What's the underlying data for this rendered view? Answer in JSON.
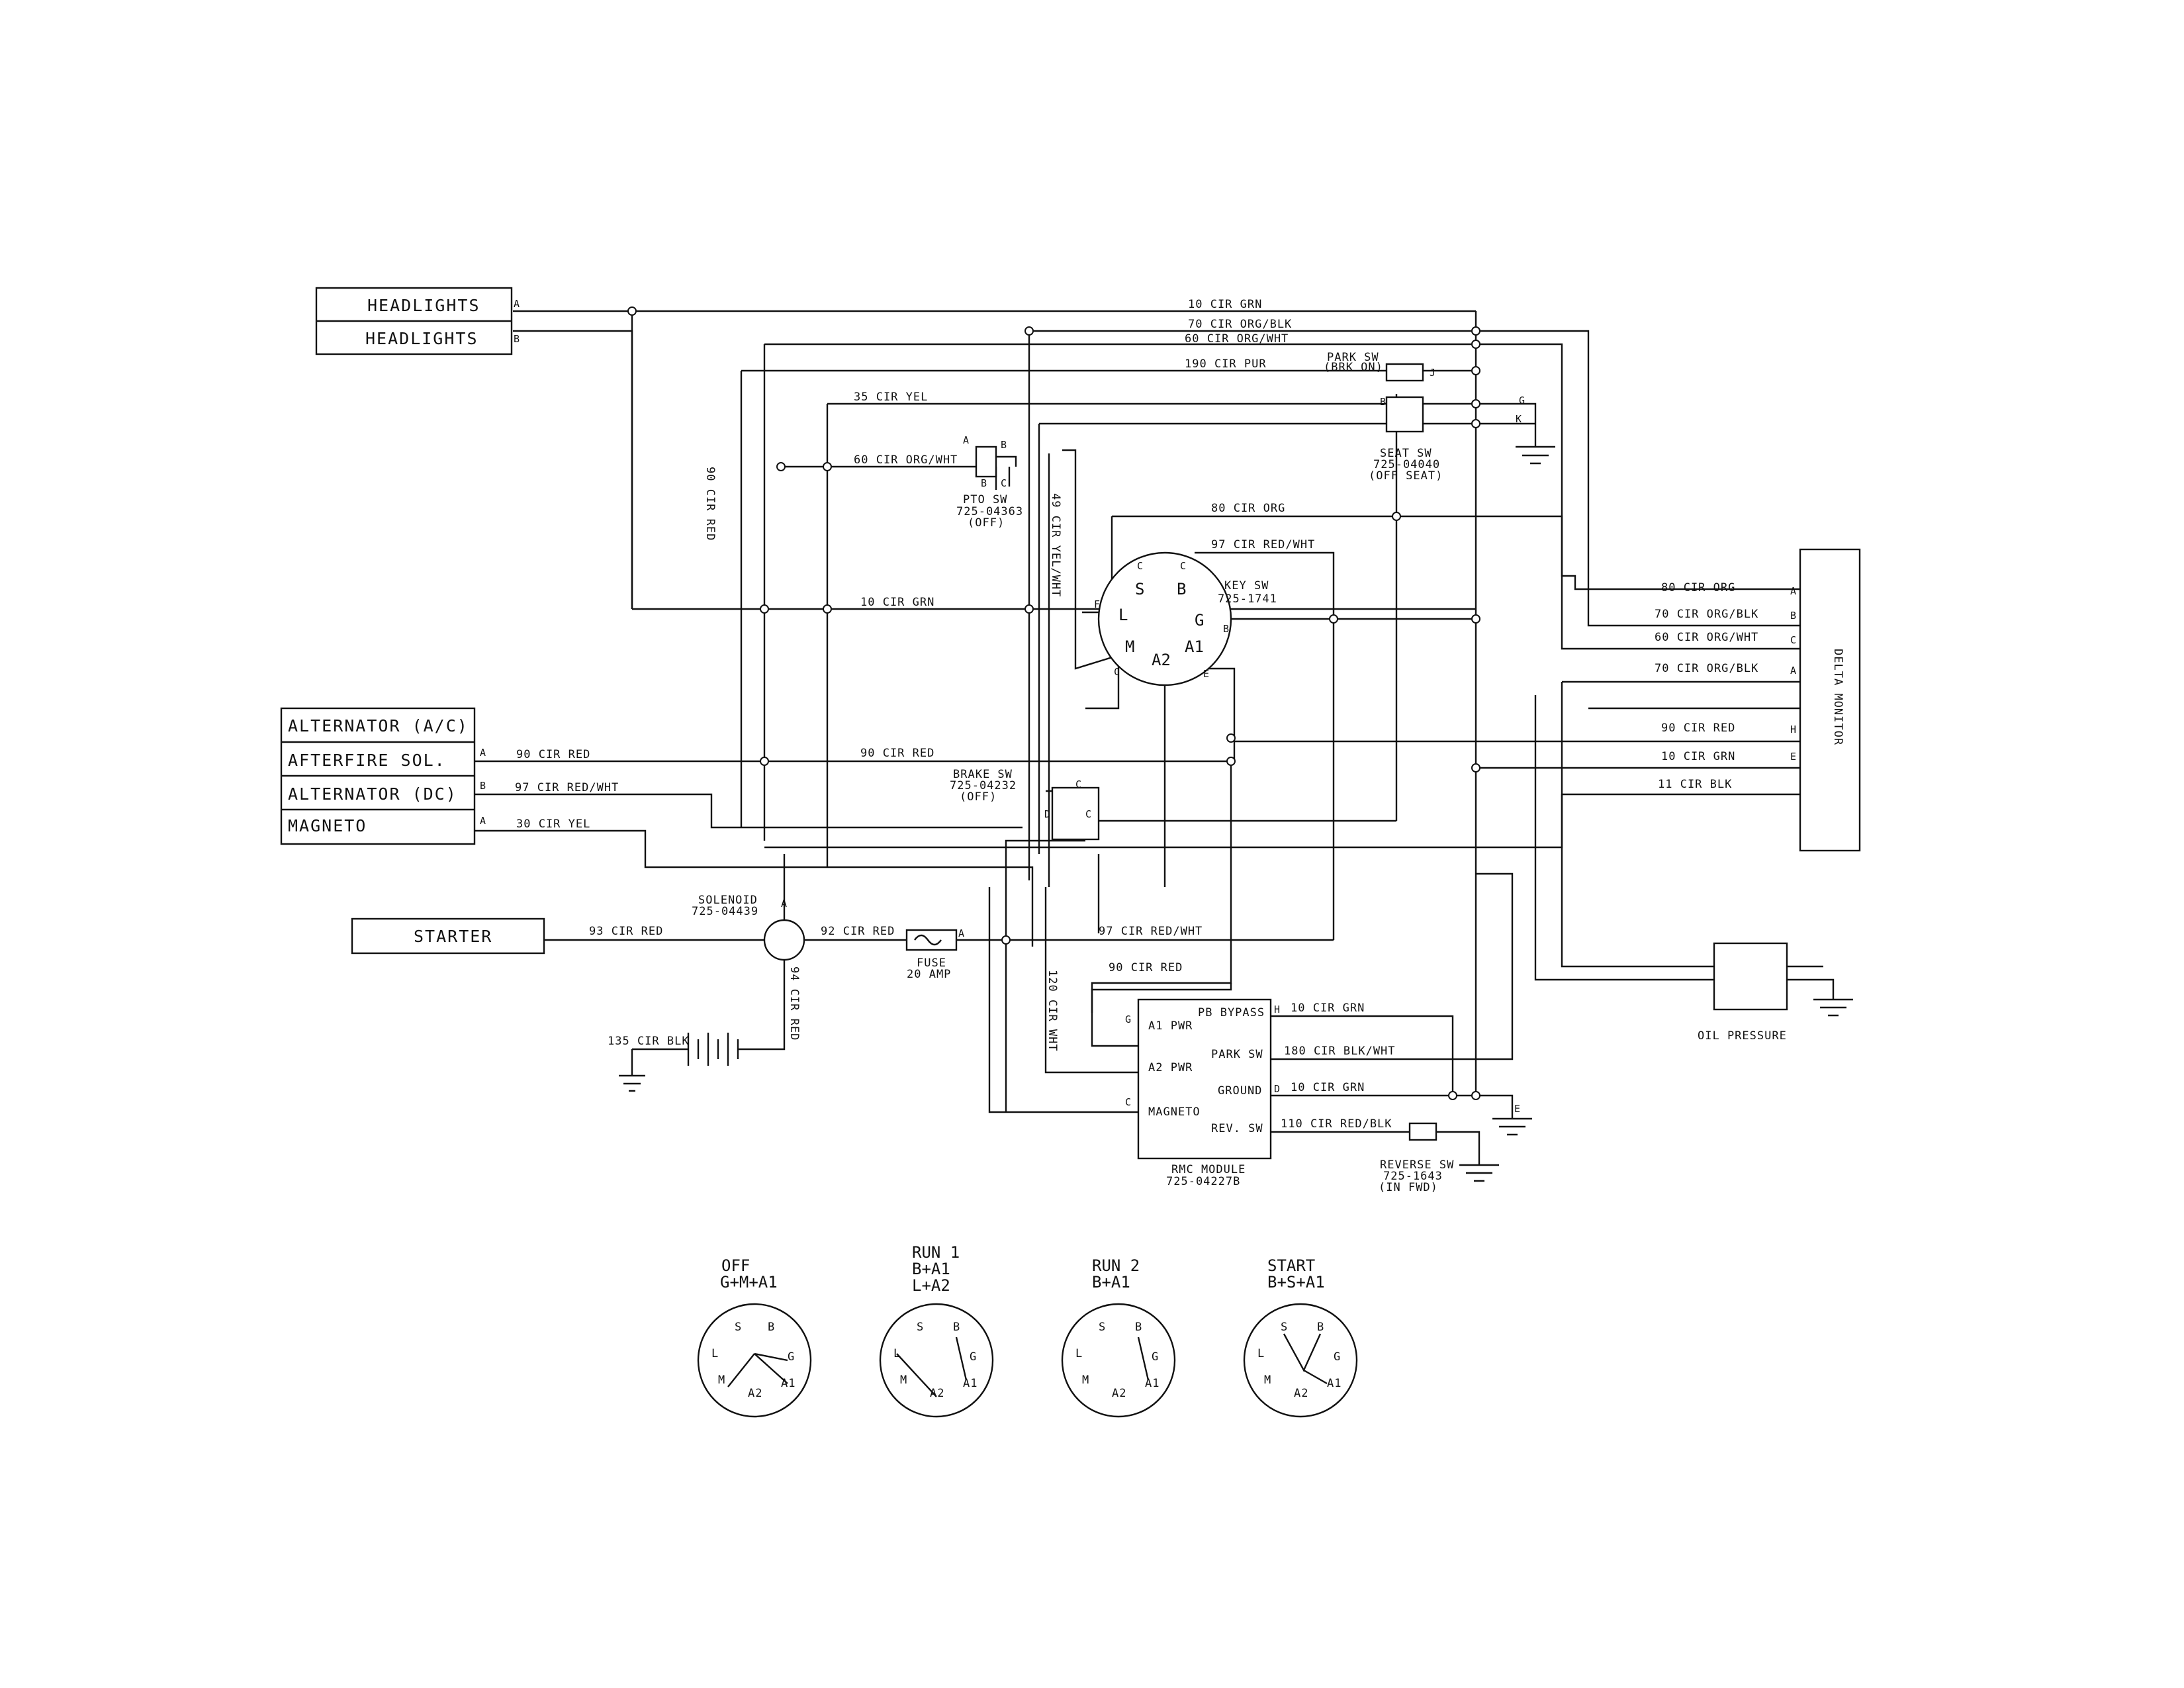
{
  "components": {
    "headlights_a": "HEADLIGHTS",
    "headlights_b": "HEADLIGHTS",
    "alternator_ac": "ALTERNATOR (A/C)",
    "afterfire": "AFTERFIRE SOL.",
    "alternator_dc": "ALTERNATOR (DC)",
    "magneto": "MAGNETO",
    "starter": "STARTER",
    "delta_monitor": "DELTA MONITOR",
    "oil_pressure": "OIL PRESSURE"
  },
  "pins": {
    "a": "A",
    "b": "B",
    "c": "C",
    "d": "D",
    "e": "E",
    "f": "F",
    "g": "G",
    "h": "H",
    "j": "J",
    "k": "K"
  },
  "wires": {
    "w10_grn": "10 CIR GRN",
    "w70_org_blk": "70 CIR ORG/BLK",
    "w60_org_wht": "60 CIR ORG/WHT",
    "w190_pur": "190 CIR PUR",
    "w35_yel": "35 CIR YEL",
    "w90_red": "90 CIR RED",
    "w49_yel_wht": "49 CIR YEL/WHT",
    "w80_org": "80 CIR ORG",
    "w97_red_wht": "97 CIR RED/WHT",
    "w30_yel": "30 CIR YEL",
    "w93_red": "93 CIR RED",
    "w92_red": "92 CIR RED",
    "w94_red": "94 CIR RED",
    "w135_blk": "135 CIR BLK",
    "w120_wht": "120 CIR WHT",
    "w11_blk": "11 CIR BLK",
    "w180_blk_wht": "180 CIR BLK/WHT",
    "w110_red_blk": "110 CIR RED/BLK"
  },
  "parts": {
    "park_sw": [
      "PARK SW",
      "(BRK ON)"
    ],
    "seat_sw": [
      "SEAT SW",
      "725-04040",
      "(OFF SEAT)"
    ],
    "pto_sw": [
      "PTO SW",
      "725-04363",
      "(OFF)"
    ],
    "key_sw": [
      "KEY SW",
      "725-1741"
    ],
    "brake_sw": [
      "BRAKE SW",
      "725-04232",
      "(OFF)"
    ],
    "solenoid": [
      "SOLENOID",
      "725-04439"
    ],
    "fuse": [
      "FUSE",
      "20 AMP"
    ],
    "rmc_module": [
      "RMC MODULE",
      "725-04227B"
    ],
    "reverse_sw": [
      "REVERSE SW",
      "725-1643",
      "(IN FWD)"
    ]
  },
  "key_terminals": {
    "s": "S",
    "b": "B",
    "l": "L",
    "g": "G",
    "m": "M",
    "a2": "A2",
    "a1": "A1"
  },
  "rmc_ports": {
    "a1_pwr": "A1 PWR",
    "a2_pwr": "A2 PWR",
    "magneto": "MAGNETO",
    "pb_bypass": "PB BYPASS",
    "park_sw": "PARK SW",
    "ground": "GROUND",
    "rev_sw": "REV. SW"
  },
  "key_positions": [
    {
      "name": "OFF",
      "combo": [
        "G+M+A1"
      ]
    },
    {
      "name": "RUN 1",
      "combo": [
        "B+A1",
        "L+A2"
      ]
    },
    {
      "name": "RUN 2",
      "combo": [
        "B+A1"
      ]
    },
    {
      "name": "START",
      "combo": [
        "B+S+A1"
      ]
    }
  ]
}
